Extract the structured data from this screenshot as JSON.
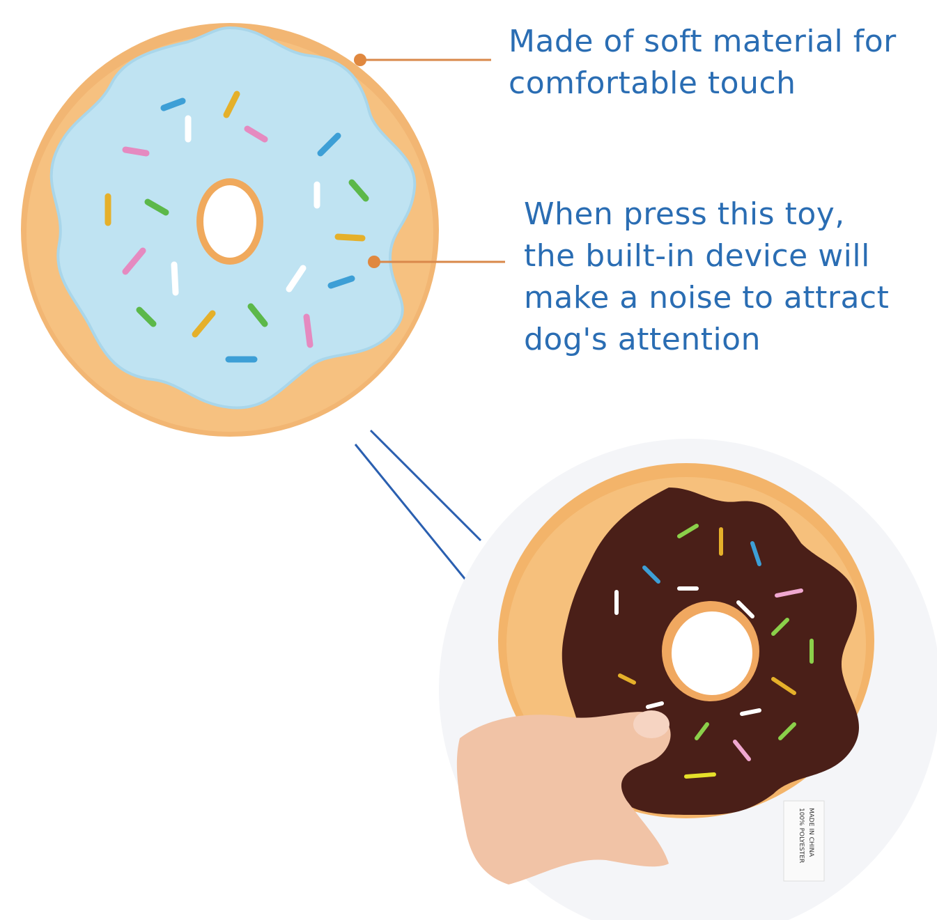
{
  "captions": {
    "soft_material": "Made of soft material for\ncomfortable touch",
    "squeaker": "When press this toy,\nthe built-in device will\nmake a noise to attract\ndog's attention"
  },
  "tag": {
    "line1": "100% POLYESTER",
    "line2": "MADE IN CHINA"
  },
  "colors": {
    "caption_text": "#2a6db3",
    "callout_line": "#d9884a",
    "connector_lines": "#2a5fb0",
    "dough": "#f3b86e",
    "blue_icing": "#bfe3f2",
    "chocolate_icing": "#4a1f18"
  }
}
